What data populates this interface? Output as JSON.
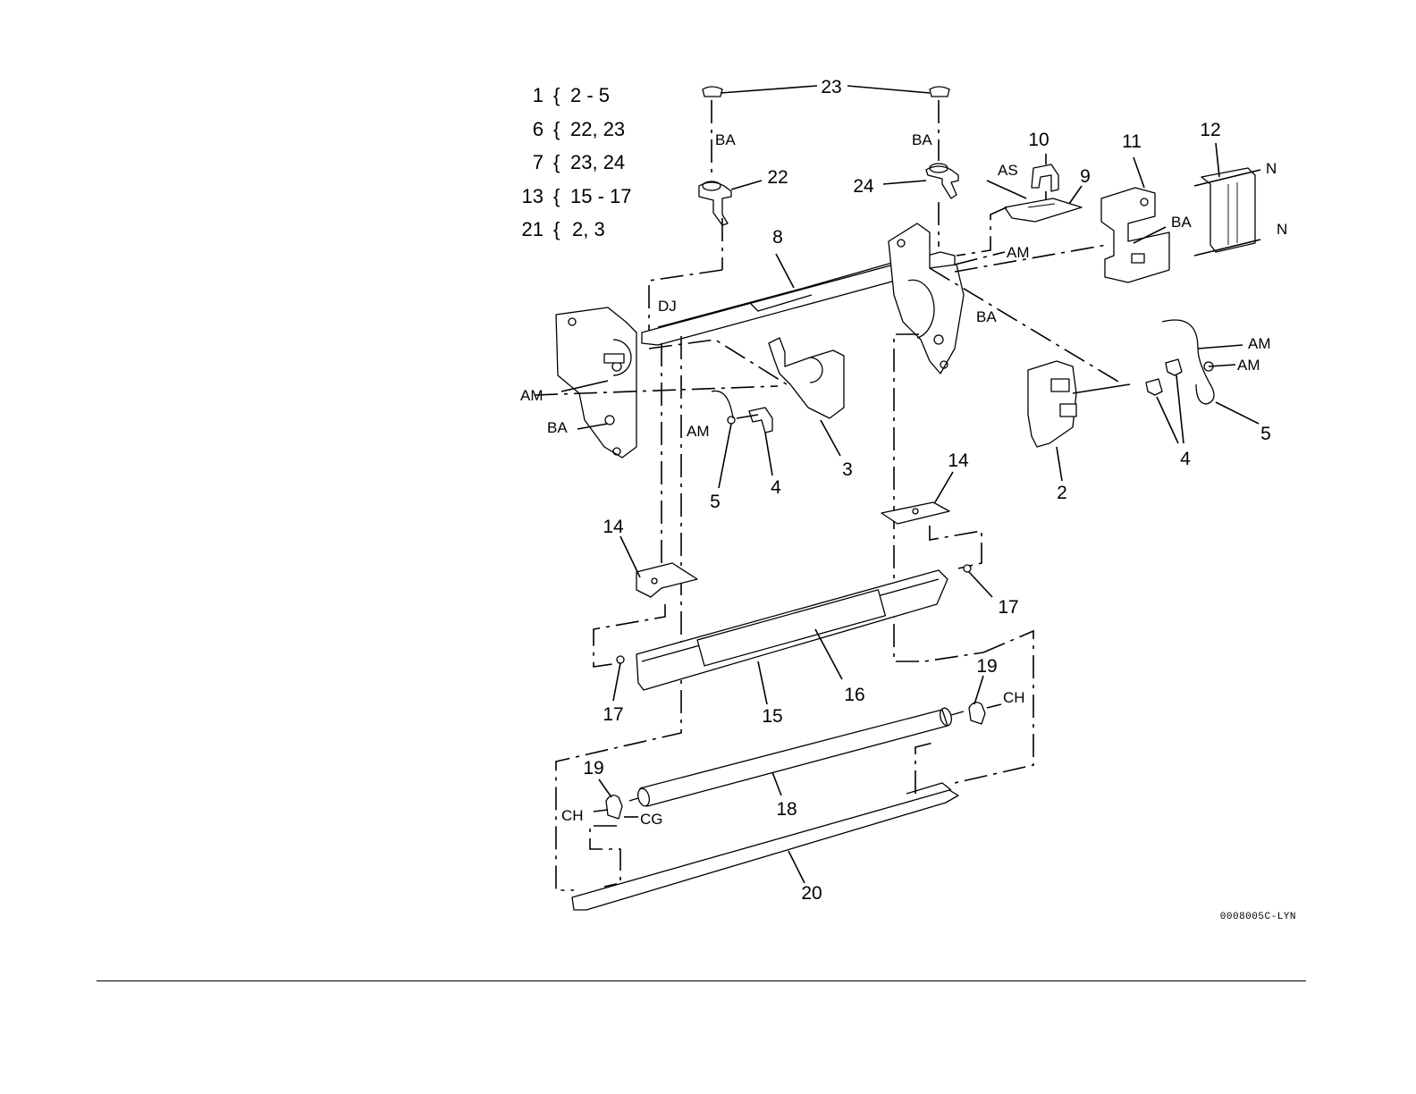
{
  "legend": [
    {
      "assembly": "1",
      "brace": "{",
      "parts": "2 - 5"
    },
    {
      "assembly": "6",
      "brace": "{",
      "parts": "22, 23"
    },
    {
      "assembly": "7",
      "brace": "{",
      "parts": "23, 24"
    },
    {
      "assembly": "13",
      "brace": "{",
      "parts": "15 - 17"
    },
    {
      "assembly": "21",
      "brace": "{",
      "parts": "2, 3"
    }
  ],
  "callouts": {
    "c2": "2",
    "c3": "3",
    "c4a": "4",
    "c4b": "4",
    "c5a": "5",
    "c5b": "5",
    "c8": "8",
    "c9": "9",
    "c10": "10",
    "c11": "11",
    "c12": "12",
    "c14a": "14",
    "c14b": "14",
    "c15": "15",
    "c16": "16",
    "c17a": "17",
    "c17b": "17",
    "c18": "18",
    "c19a": "19",
    "c19b": "19",
    "c20": "20",
    "c22": "22",
    "c23": "23",
    "c24": "24"
  },
  "codes": {
    "ba1": "BA",
    "ba2": "BA",
    "ba3": "BA",
    "ba4": "BA",
    "ba5": "BA",
    "am1": "AM",
    "am2": "AM",
    "am3": "AM",
    "am4": "AM",
    "am5": "AM",
    "as1": "AS",
    "dj1": "DJ",
    "n1": "N",
    "n2": "N",
    "ch1": "CH",
    "ch2": "CH",
    "cg1": "CG"
  },
  "figure_id": "0008005C-LYN"
}
